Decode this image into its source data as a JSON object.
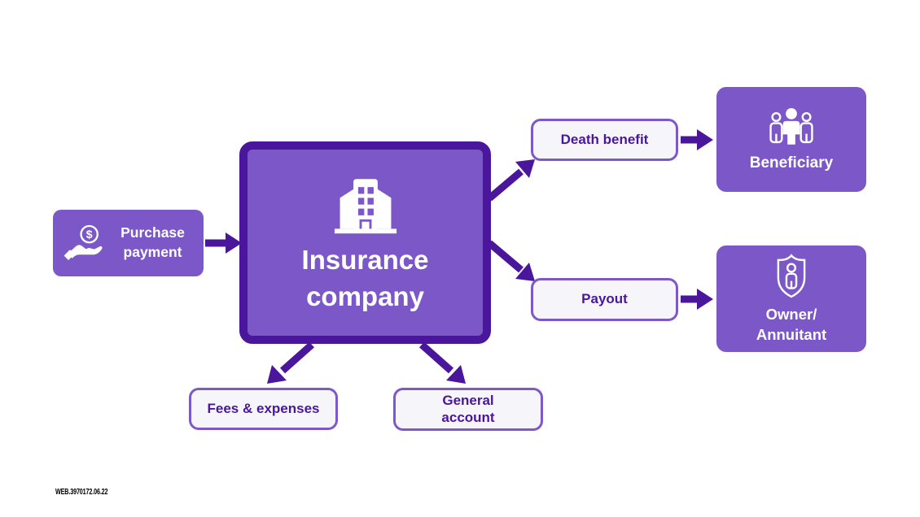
{
  "diagram_title": "insurance-company-payment-flow",
  "colors": {
    "dark_purple": "#4A179C",
    "mid_purple": "#7C57C8",
    "light_box_fill": "#F6F5F9",
    "light_box_border": "#7D58C8",
    "text_on_purple": "#FFFFFF",
    "light_box_text": "#4A179C",
    "footnote_text": "#000000",
    "background": "#FFFFFF"
  },
  "nodes": {
    "purchase_payment": {
      "label": "Purchase\npayment",
      "icon": "hand-dollar-icon",
      "style": "purple"
    },
    "insurance_company": {
      "label": "Insurance\ncompany",
      "icon": "building-icon",
      "style": "purple-bordered"
    },
    "death_benefit": {
      "label": "Death benefit",
      "style": "light"
    },
    "beneficiary": {
      "label": "Beneficiary",
      "icon": "people-icon",
      "style": "purple"
    },
    "payout": {
      "label": "Payout",
      "style": "light"
    },
    "owner_annuitant": {
      "label": "Owner/\nAnnuitant",
      "icon": "shield-person-icon",
      "style": "purple"
    },
    "fees_expenses": {
      "label": "Fees & expenses",
      "style": "light"
    },
    "general_account": {
      "label": "General\naccount",
      "style": "light"
    }
  },
  "edges": [
    {
      "from": "purchase_payment",
      "to": "insurance_company"
    },
    {
      "from": "insurance_company",
      "to": "death_benefit"
    },
    {
      "from": "death_benefit",
      "to": "beneficiary"
    },
    {
      "from": "insurance_company",
      "to": "payout"
    },
    {
      "from": "payout",
      "to": "owner_annuitant"
    },
    {
      "from": "insurance_company",
      "to": "fees_expenses"
    },
    {
      "from": "insurance_company",
      "to": "general_account"
    }
  ],
  "footnote": "WEB.3970172.06.22",
  "dollar_sign": "$"
}
